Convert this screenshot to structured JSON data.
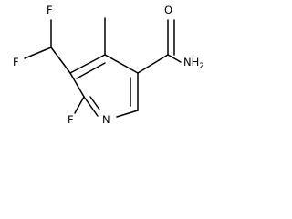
{
  "molecule": {
    "atoms": {
      "f_top": "F",
      "f_left": "F",
      "f_ring": "F",
      "n_ring": "N",
      "o_carbonyl": "O",
      "nh2": "NH",
      "nh2_subscript": "2"
    }
  }
}
